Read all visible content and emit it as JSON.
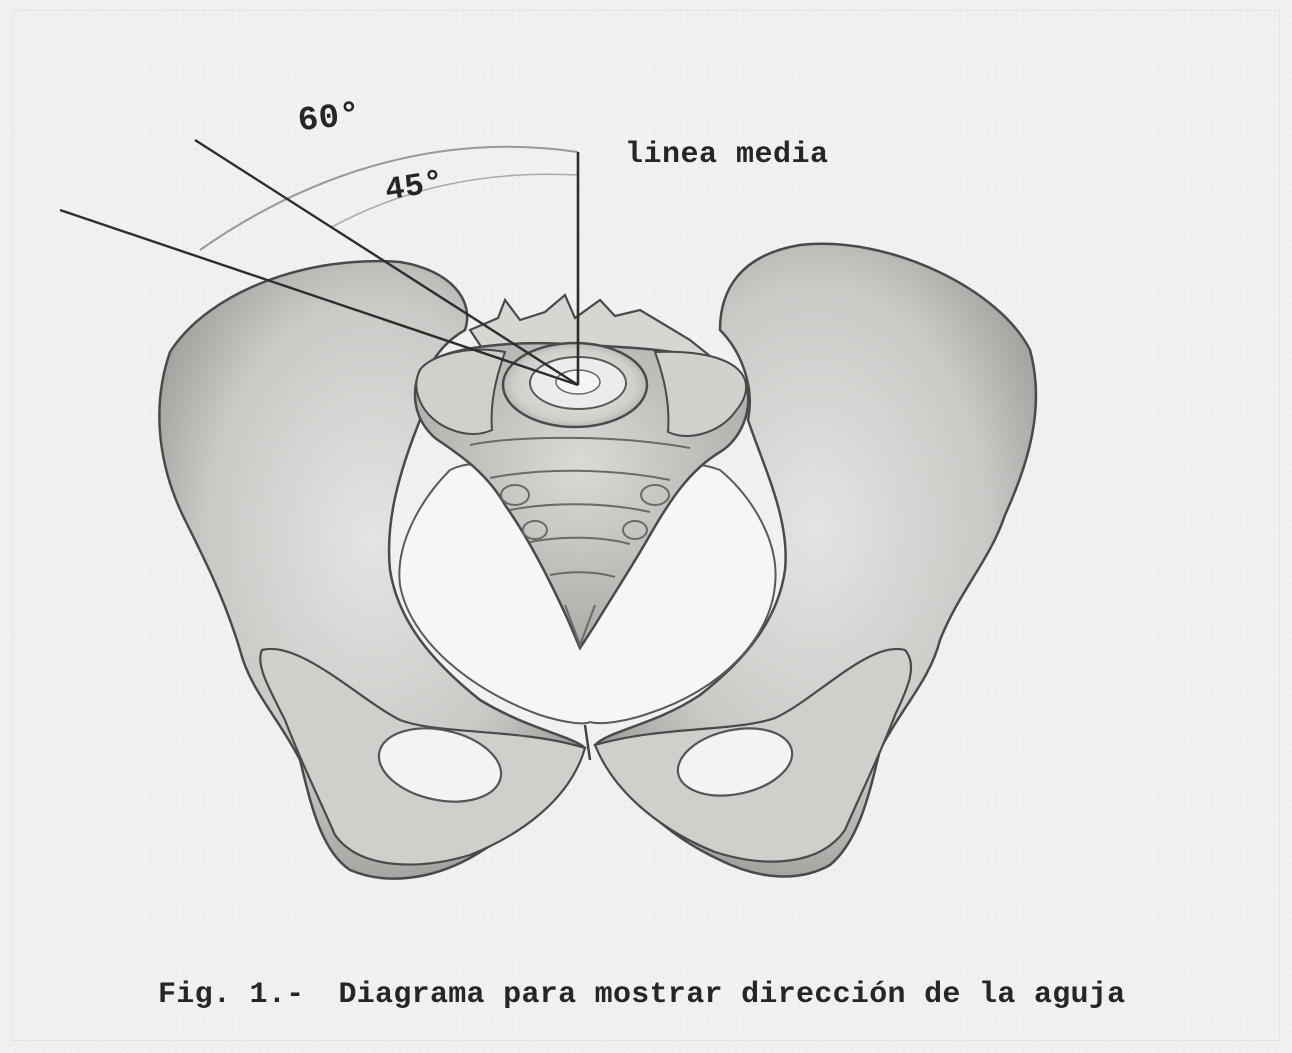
{
  "labels": {
    "angle_60": "60°",
    "angle_45": "45°",
    "midline": "linea media"
  },
  "caption": {
    "figure": "Fig. 1.-",
    "text": "Diagrama para mostrar dirección de la aguja"
  }
}
